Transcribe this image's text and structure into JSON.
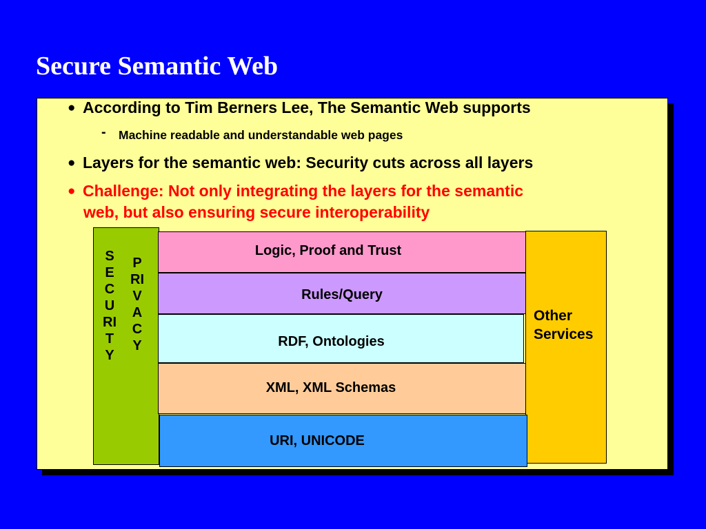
{
  "title": "Secure Semantic Web",
  "bullets": {
    "b1": "According to Tim Berners Lee, The Semantic Web supports",
    "b1_sub": "Machine readable and understandable web pages",
    "b2": "Layers for the semantic web: Security cuts across all layers",
    "b3_line1": "Challenge: Not only integrating the layers for the semantic",
    "b3_line2": "web, but also ensuring secure interoperability"
  },
  "diagram": {
    "layers": {
      "logic": "Logic, Proof and Trust",
      "rules": "Rules/Query",
      "rdf": "RDF, Ontologies",
      "xml": "XML, XML Schemas",
      "uri": "URI, UNICODE"
    },
    "security": "SECURITY",
    "privacy": "PRIVACY",
    "other_line1": "Other",
    "other_line2": "Services"
  },
  "colors": {
    "background": "#0000ff",
    "panel": "#ffff99",
    "challenge_text": "#ff0000",
    "security_column": "#99cc00",
    "other_services": "#ffcc00",
    "logic": "#ff99cc",
    "rules": "#cc99ff",
    "rdf": "#ccffff",
    "xml": "#ffcc99",
    "uri": "#3399ff"
  }
}
